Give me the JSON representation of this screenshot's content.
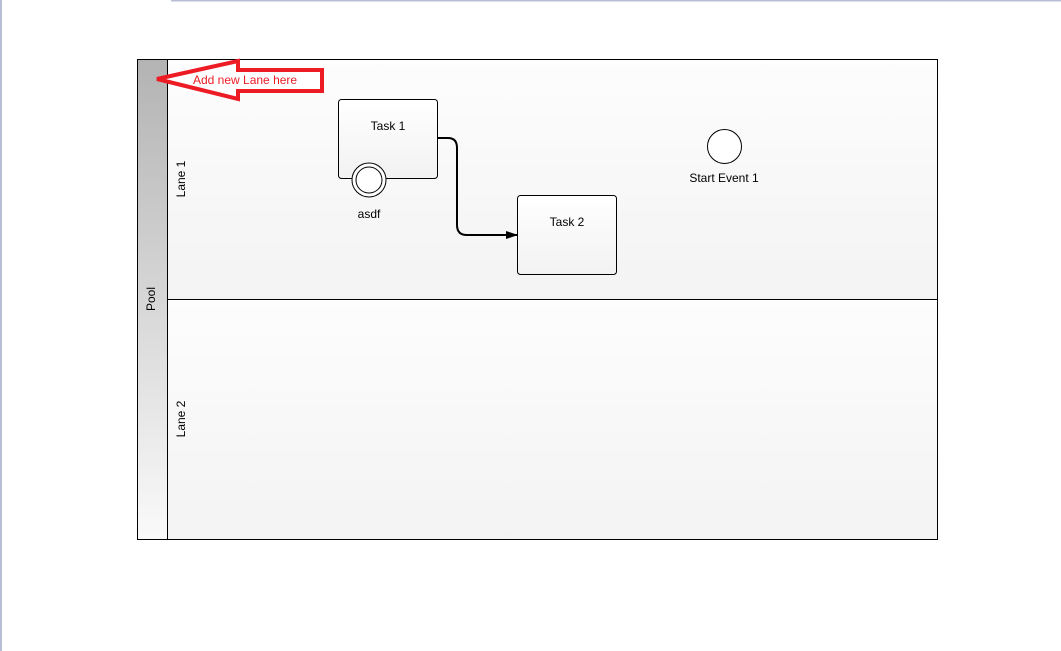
{
  "pool": {
    "label": "Pool"
  },
  "lanes": [
    {
      "label": "Lane 1"
    },
    {
      "label": "Lane 2"
    }
  ],
  "tasks": [
    {
      "label": "Task 1"
    },
    {
      "label": "Task 2"
    }
  ],
  "boundary_event": {
    "label": "asdf"
  },
  "start_event": {
    "label": "Start Event 1"
  },
  "annotation": {
    "label": "Add new Lane here",
    "color": "#ed1c24"
  }
}
